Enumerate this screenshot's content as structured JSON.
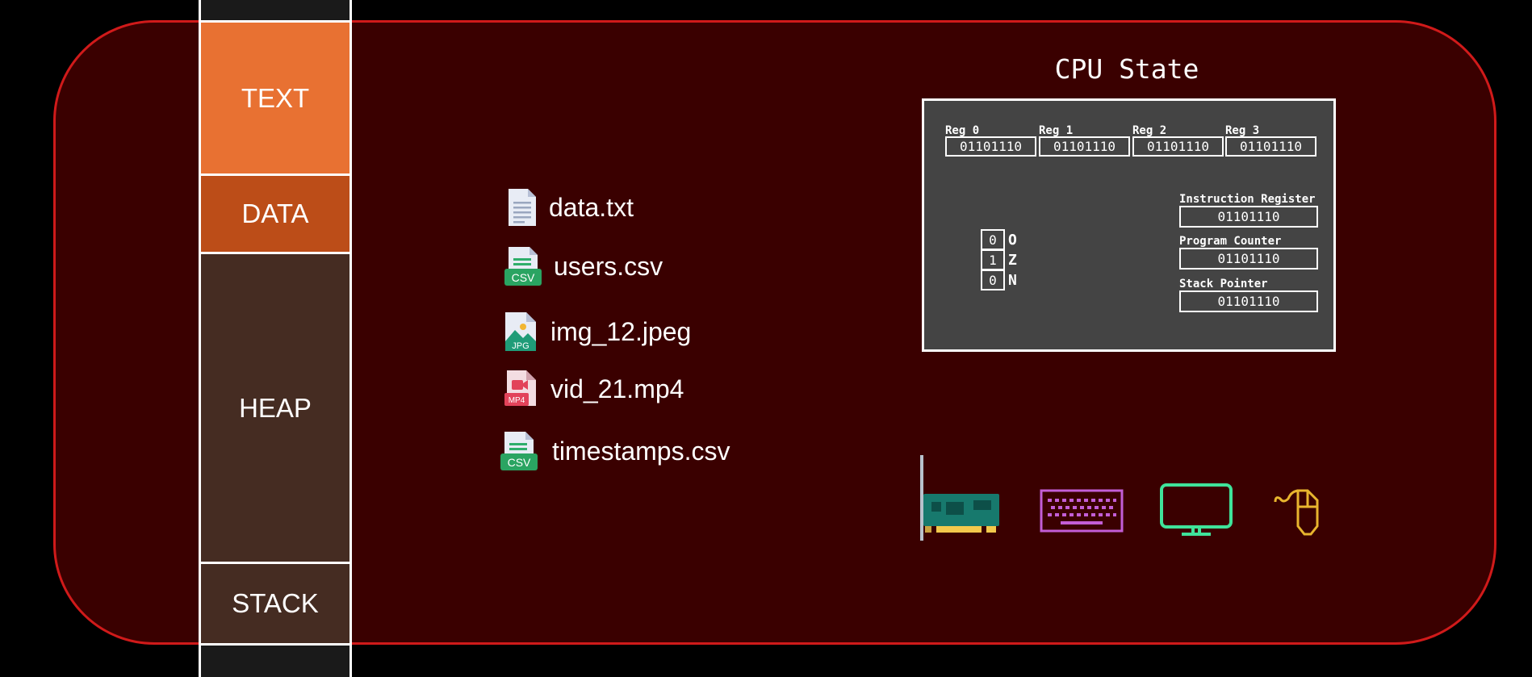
{
  "memory": {
    "segments": [
      {
        "label": "TEXT"
      },
      {
        "label": "DATA"
      },
      {
        "label": "HEAP"
      },
      {
        "label": "STACK"
      }
    ]
  },
  "files": [
    {
      "name": "data.txt",
      "icon": "text-file-icon"
    },
    {
      "name": "users.csv",
      "icon": "csv-file-icon",
      "badge": "CSV"
    },
    {
      "name": "img_12.jpeg",
      "icon": "image-file-icon",
      "badge": "JPG"
    },
    {
      "name": "vid_21.mp4",
      "icon": "video-file-icon",
      "badge": "MP4"
    },
    {
      "name": "timestamps.csv",
      "icon": "csv-file-icon",
      "badge": "CSV"
    }
  ],
  "cpu": {
    "title": "CPU State",
    "registers": [
      {
        "label": "Reg 0",
        "value": "01101110"
      },
      {
        "label": "Reg 1",
        "value": "01101110"
      },
      {
        "label": "Reg 2",
        "value": "01101110"
      },
      {
        "label": "Reg 3",
        "value": "01101110"
      }
    ],
    "flags": [
      {
        "bit": "0",
        "name": "O"
      },
      {
        "bit": "1",
        "name": "Z"
      },
      {
        "bit": "0",
        "name": "N"
      }
    ],
    "special_registers": [
      {
        "label": "Instruction Register",
        "value": "01101110"
      },
      {
        "label": "Program Counter",
        "value": "01101110"
      },
      {
        "label": "Stack Pointer",
        "value": "01101110"
      }
    ]
  },
  "devices": [
    {
      "icon": "network-card-icon"
    },
    {
      "icon": "keyboard-icon"
    },
    {
      "icon": "monitor-icon"
    },
    {
      "icon": "mouse-icon"
    }
  ],
  "colors": {
    "process_border": "#d01a1a",
    "process_fill": "#3a0000",
    "text_segment": "#e87132",
    "data_segment": "#bc4d18",
    "heap_stack_segment": "#452c22"
  }
}
